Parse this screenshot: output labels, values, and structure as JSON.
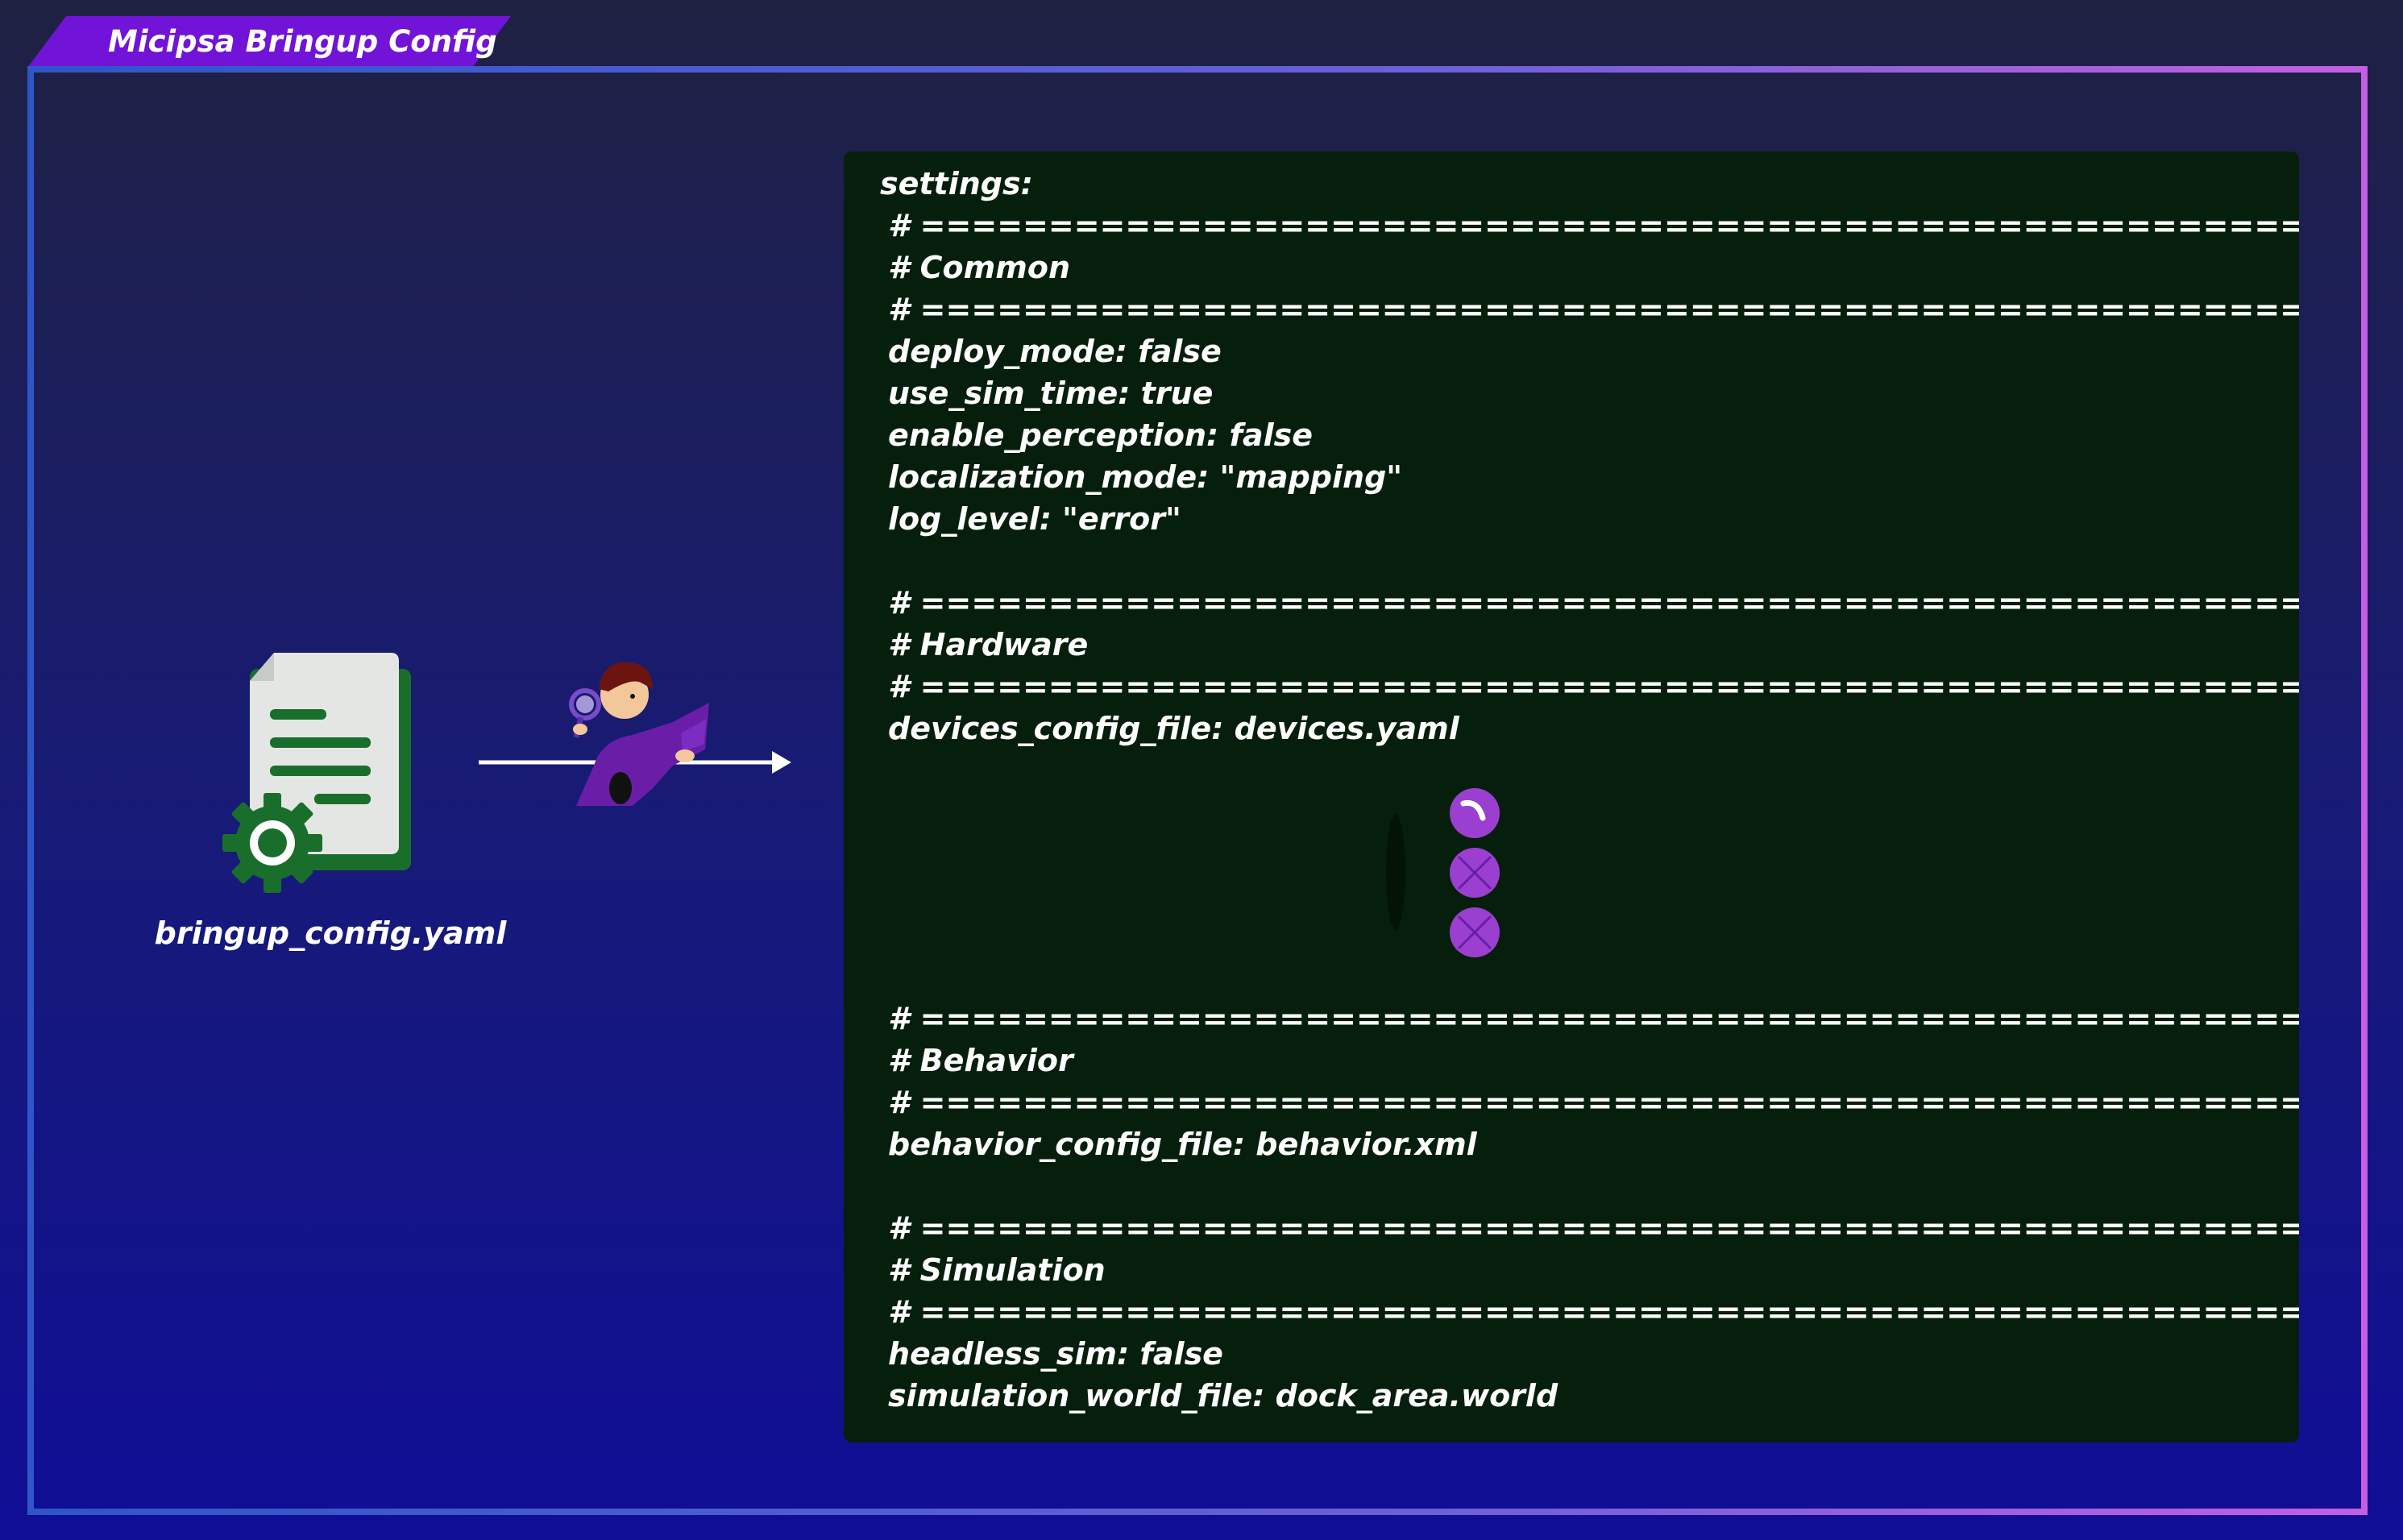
{
  "window": {
    "title": "Micipsa Bringup Config"
  },
  "file": {
    "name": "bringup_config.yaml",
    "icon": "config-file-icon"
  },
  "colors": {
    "accent": "#7213d8",
    "code_background": "#061f0c",
    "file_green": "#1a6e2c",
    "loader": "#9b3fd0"
  },
  "code": {
    "settings_key": "settings:",
    "common": {
      "rule_top": "# ======================================================================",
      "heading": "# Common",
      "rule_bottom": "# ======================================================================",
      "lines": [
        "deploy_mode: false",
        "use_sim_time: true",
        "enable_perception: false",
        "localization_mode: \"mapping\"",
        "log_level: \"error\""
      ]
    },
    "hardware": {
      "rule_top": "# ======================================================================",
      "heading": "# Hardware",
      "rule_bottom": "# ======================================================================",
      "lines": [
        "devices_config_file: devices.yaml"
      ]
    },
    "behavior": {
      "rule_top": "# ======================================================================",
      "heading": "# Behavior",
      "rule_bottom": "# ======================================================================",
      "lines": [
        "behavior_config_file: behavior.xml"
      ]
    },
    "simulation": {
      "rule_top": "# ======================================================================",
      "heading": "# Simulation",
      "rule_bottom": "# ======================================================================",
      "lines": [
        "headless_sim: false",
        "simulation_world_file: dock_area.world"
      ]
    }
  }
}
